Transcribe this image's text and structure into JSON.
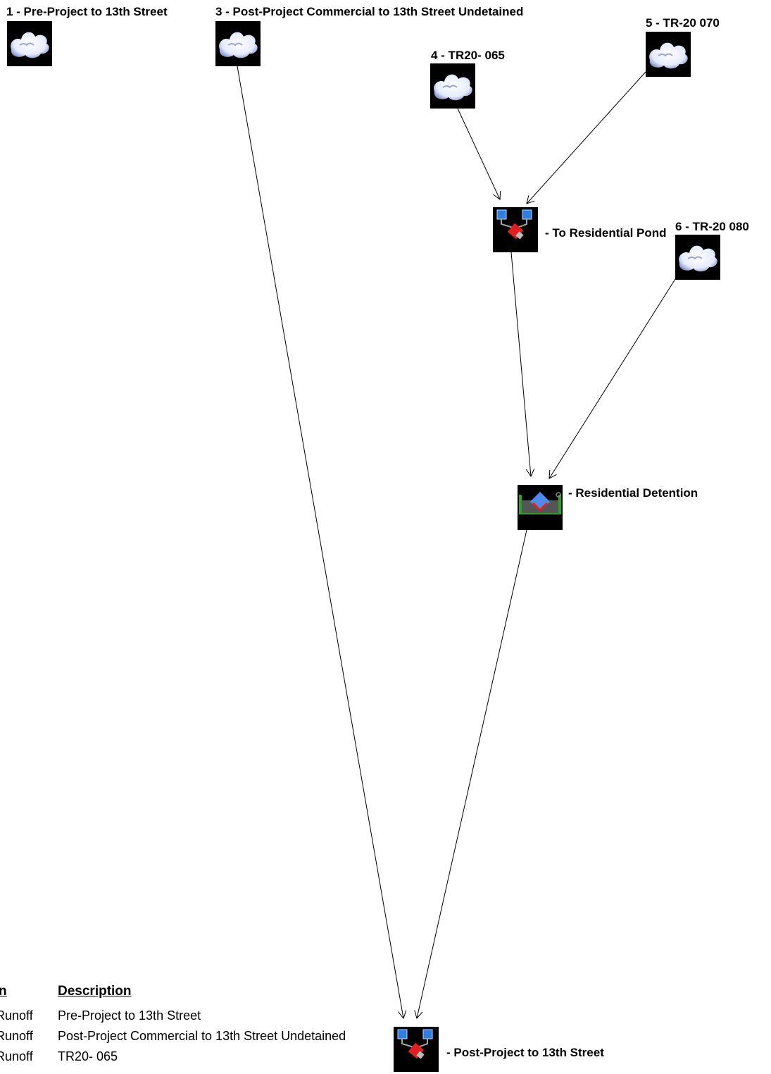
{
  "nodes": [
    {
      "id": "n1",
      "kind": "subcatchment",
      "label": "1 - Pre-Project to 13th Street"
    },
    {
      "id": "n3",
      "kind": "subcatchment",
      "label": "3 - Post-Project Commercial to 13th Street Undetained"
    },
    {
      "id": "n4",
      "kind": "subcatchment",
      "label": "4 - TR20- 065"
    },
    {
      "id": "n5",
      "kind": "subcatchment",
      "label": "5 - TR-20 070"
    },
    {
      "id": "n6",
      "kind": "subcatchment",
      "label": "6 - TR-20 080"
    },
    {
      "id": "n7",
      "kind": "link",
      "label": "- To Residential Pond"
    },
    {
      "id": "n8",
      "kind": "pond",
      "label": "- Residential Detention"
    },
    {
      "id": "n9",
      "kind": "link",
      "label": "- Post-Project to 13th Street"
    }
  ],
  "edges": [
    {
      "from": "n3",
      "to": "n9"
    },
    {
      "from": "n4",
      "to": "n7"
    },
    {
      "from": "n5",
      "to": "n7"
    },
    {
      "from": "n7",
      "to": "n8"
    },
    {
      "from": "n6",
      "to": "n8"
    },
    {
      "from": "n8",
      "to": "n9"
    }
  ],
  "legend": {
    "col_type_header": "n",
    "col_desc_header": "Description",
    "rows": [
      {
        "type": "Runoff",
        "desc": "Pre-Project to 13th Street"
      },
      {
        "type": "Runoff",
        "desc": "Post-Project Commercial to 13th Street Undetained"
      },
      {
        "type": "Runoff",
        "desc": "TR20- 065"
      }
    ]
  },
  "colors": {
    "icon_bg": "#000000",
    "cloud": "#e6ecff",
    "link_blue": "#2f7fe0",
    "link_red": "#e02020",
    "pond_green": "#2aa02a",
    "edge": "#000000"
  }
}
